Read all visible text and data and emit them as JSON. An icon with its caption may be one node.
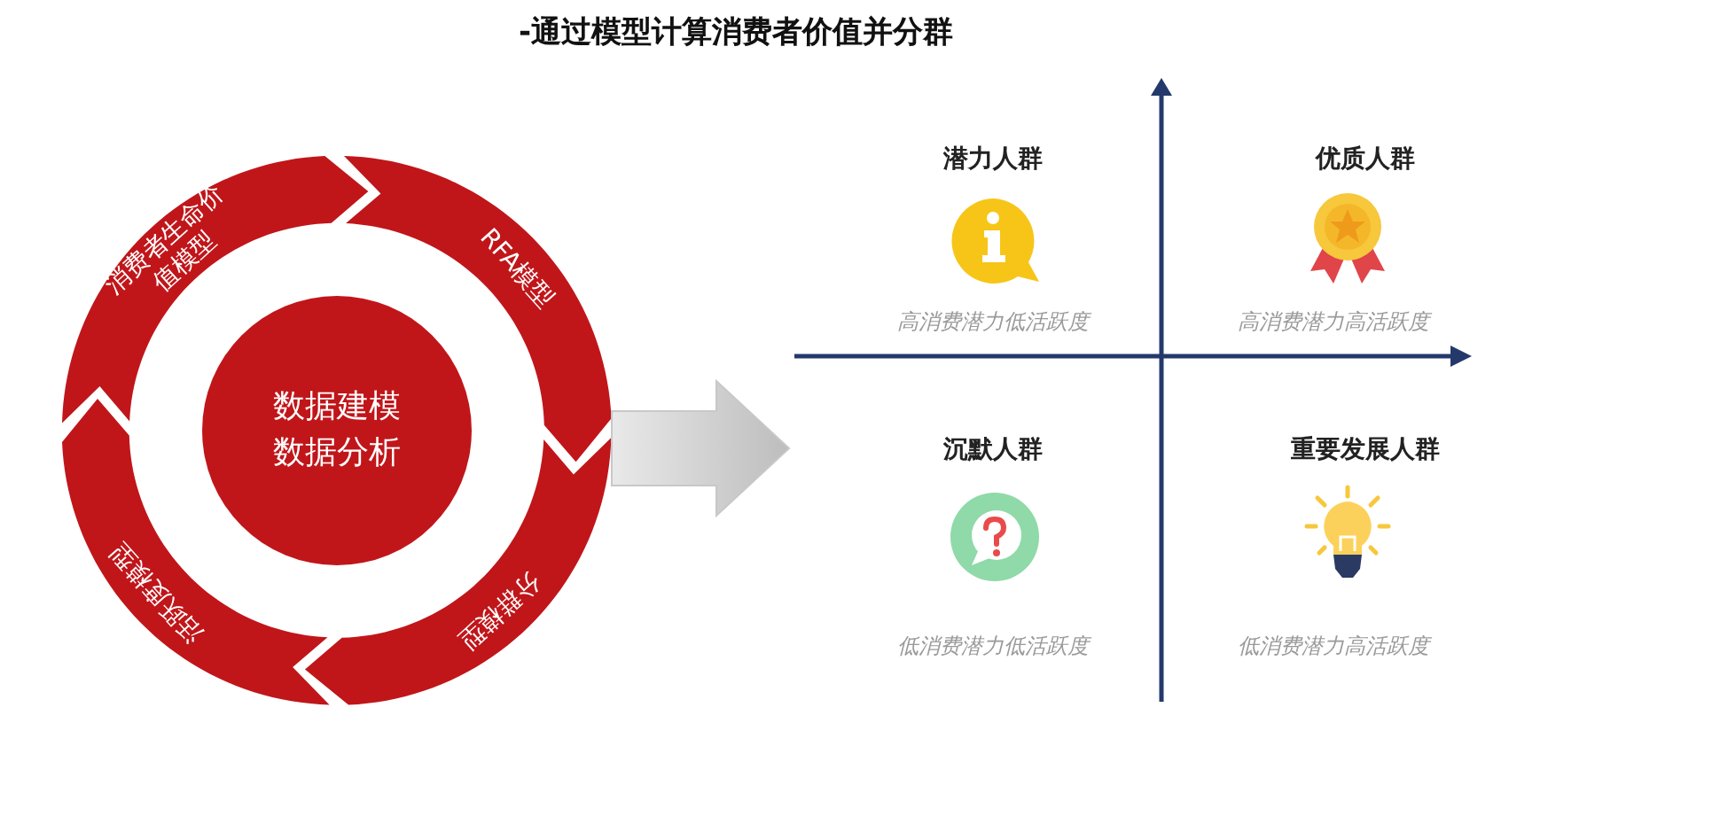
{
  "diagram": {
    "title": "-通过模型计算消费者价值并分群",
    "nodes": [
      {
        "text": [
          "数据建模数据分析"
        ]
      },
      {
        "text": [
          "消费者生命价值模型"
        ]
      },
      {
        "text": [
          "RFA模型"
        ]
      },
      {
        "text": [
          "分群模型"
        ]
      },
      {
        "text": [
          "活跃度模型"
        ]
      }
    ],
    "labels": [
      "潜力人群",
      "优质人群",
      "高消费潜力低活跃度",
      "高消费潜力高活跃度",
      "沉默人群",
      "重要发展人群",
      "低消费潜力低活跃度",
      "低消费潜力高活跃度"
    ]
  }
}
